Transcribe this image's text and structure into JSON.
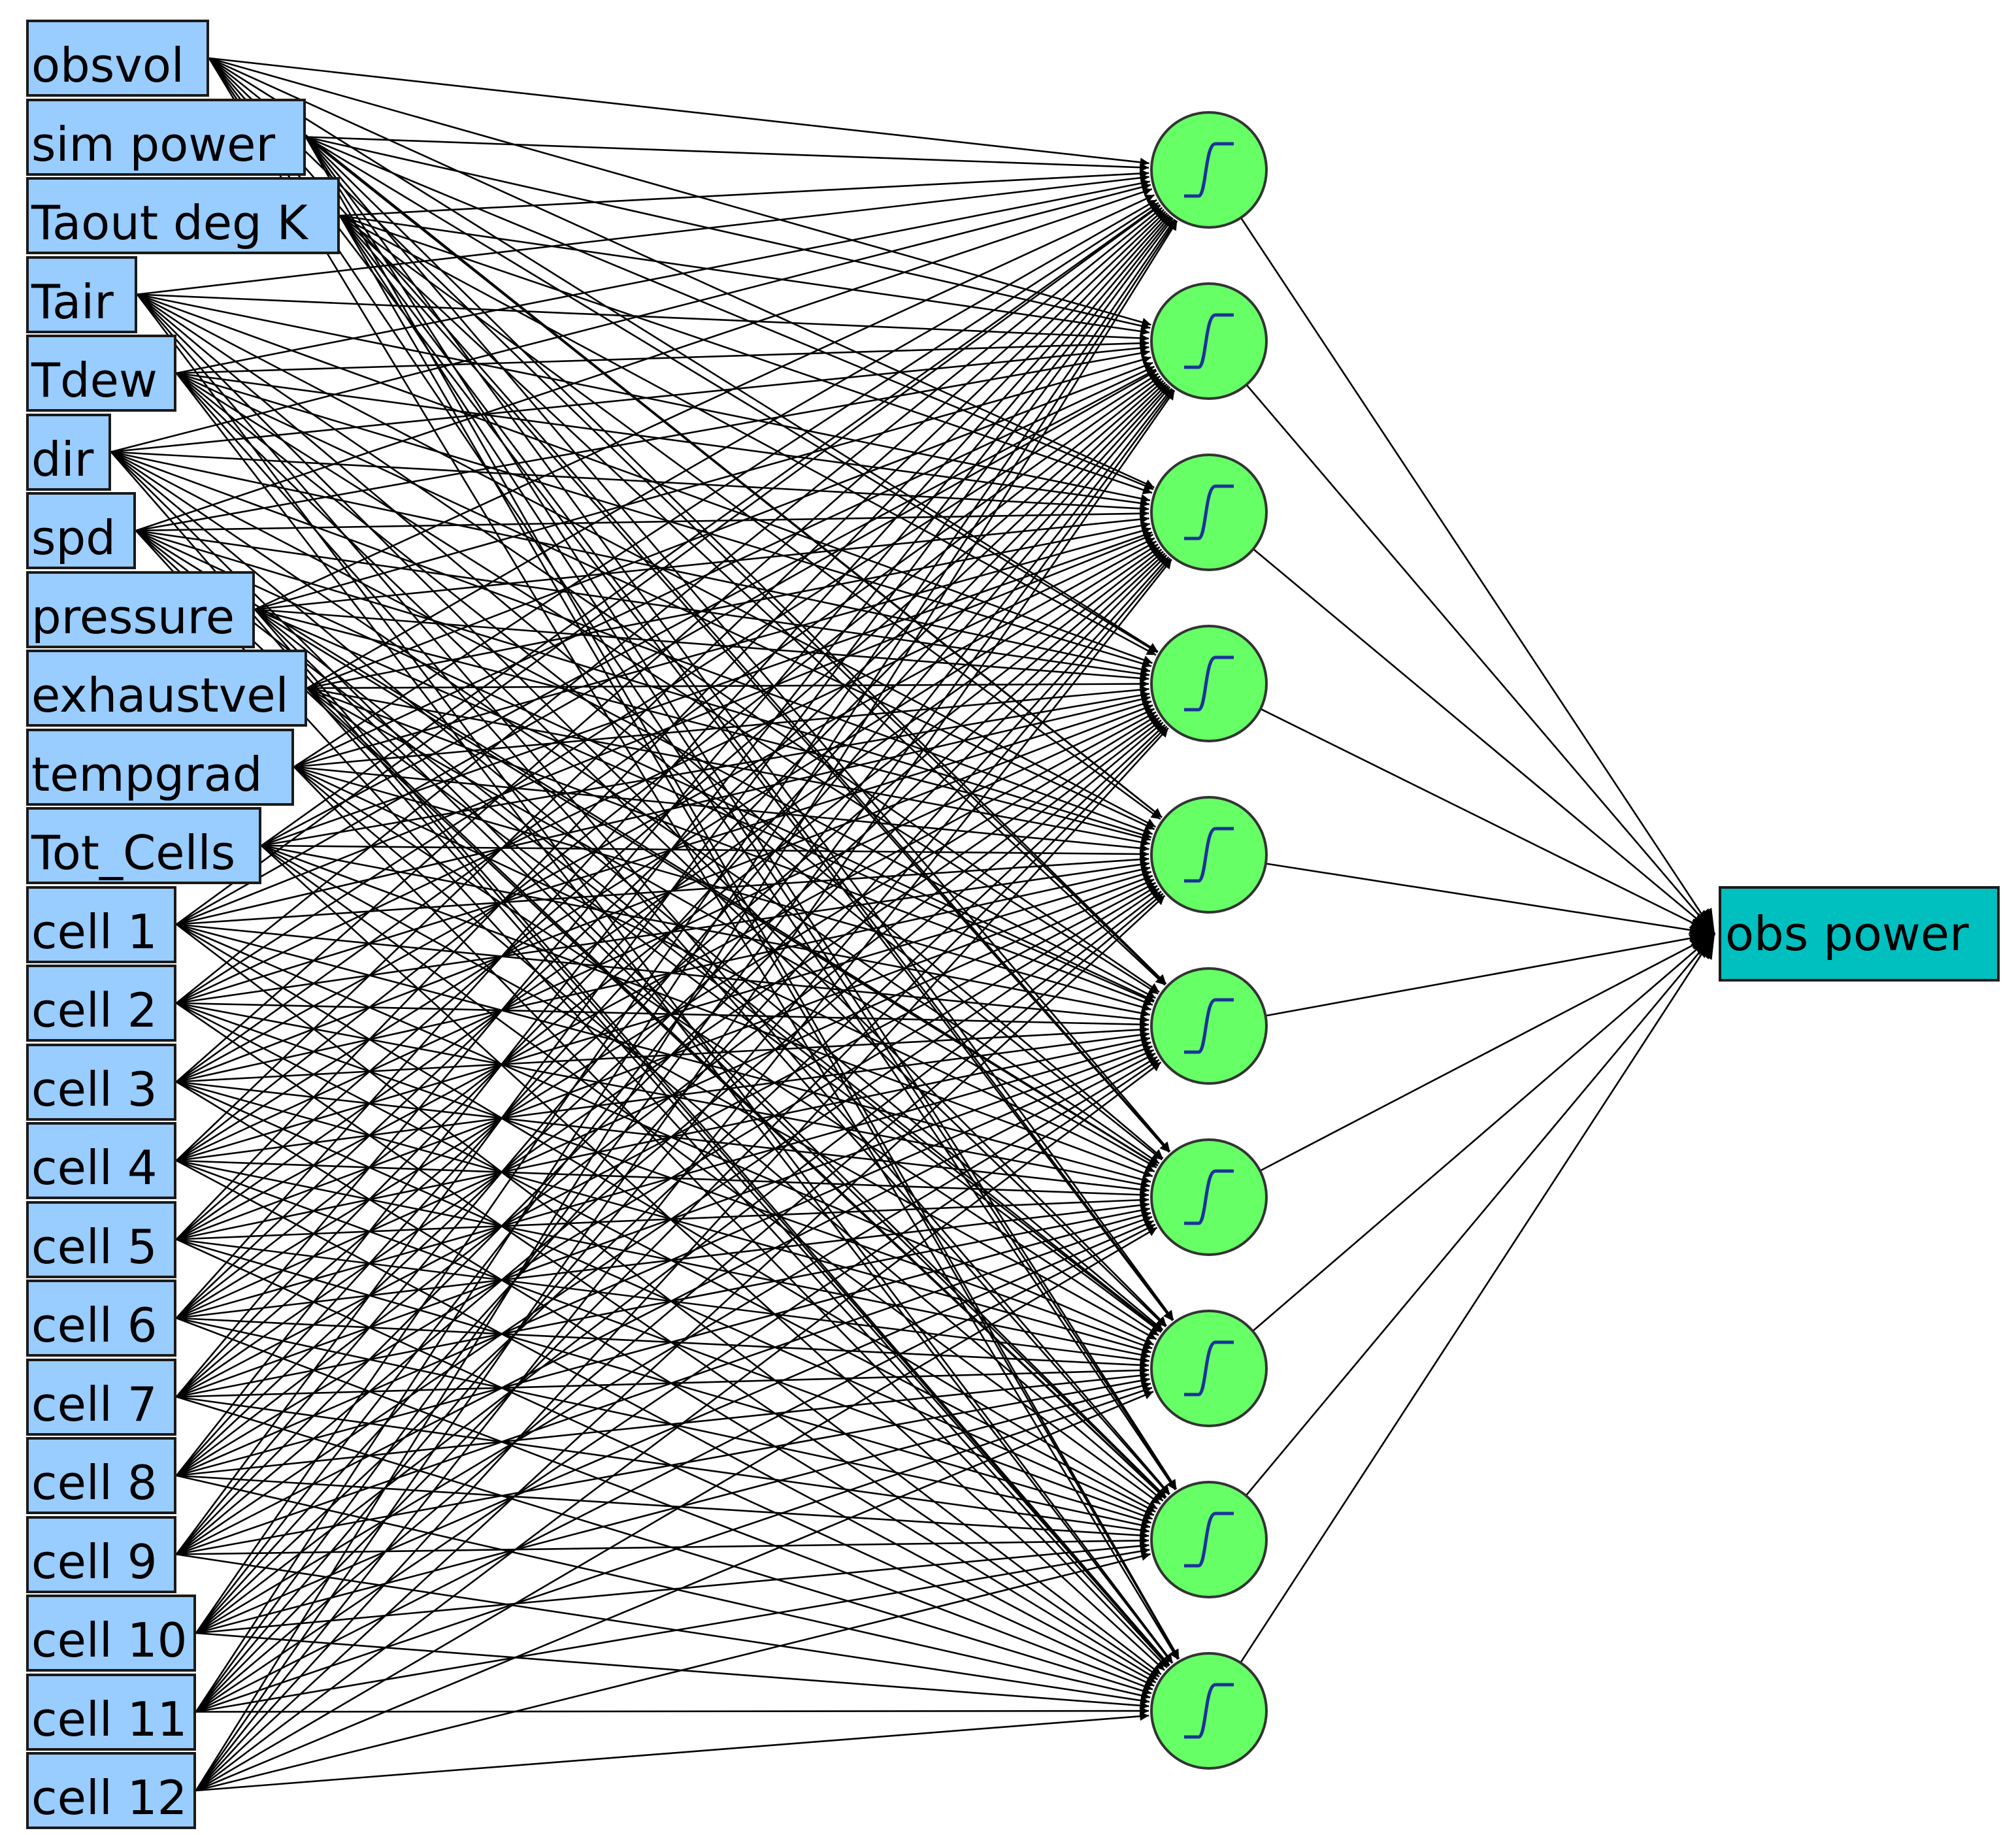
{
  "diagram": {
    "input_nodes": [
      "obsvol",
      "sim power",
      "Taout deg K",
      "Tair",
      "Tdew",
      "dir",
      "spd",
      "pressure",
      "exhaustvel",
      "tempgrad",
      "Tot_Cells",
      "cell 1",
      "cell 2",
      "cell 3",
      "cell 4",
      "cell 5",
      "cell 6",
      "cell 7",
      "cell 8",
      "cell 9",
      "cell 10",
      "cell 11",
      "cell 12"
    ],
    "hidden_node_count": 10,
    "hidden_node_icon": "sigmoid-icon",
    "output_node": "obs power",
    "colors": {
      "input_fill": "#99ccff",
      "hidden_fill": "#66ff66",
      "output_fill": "#00bfbf",
      "edge": "#000000",
      "sigmoid_curve": "#1a3399"
    }
  }
}
